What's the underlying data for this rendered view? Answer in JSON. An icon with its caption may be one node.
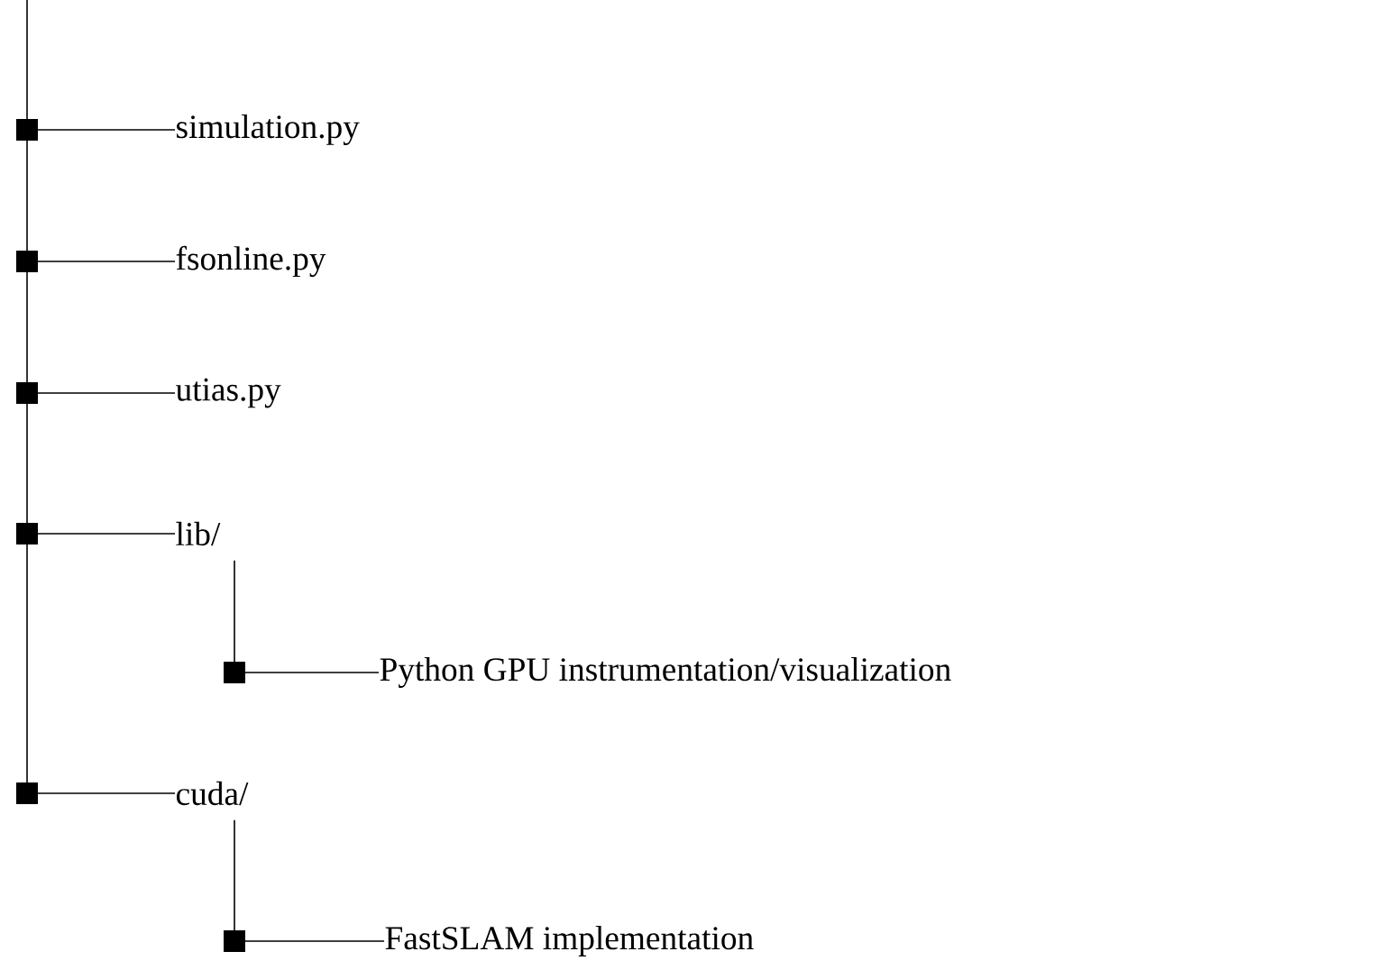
{
  "diagram": {
    "nodes": [
      {
        "text": [
          "simulation.py"
        ]
      },
      {
        "text": [
          "fsonline.py"
        ]
      },
      {
        "text": [
          "utias.py"
        ]
      },
      {
        "text": [
          "lib/"
        ]
      },
      {
        "text": [
          "cuda/"
        ]
      },
      {
        "text": [
          "Python GPU instrumentation/visualization"
        ]
      },
      {
        "text": [
          "FastSLAM implementation"
        ]
      }
    ],
    "edges": [
      {
        "from": null,
        "to": 0,
        "arrow": "other"
      },
      {
        "from": null,
        "to": 1,
        "arrow": "other"
      },
      {
        "from": null,
        "to": 2,
        "arrow": "other"
      },
      {
        "from": null,
        "to": 3,
        "arrow": "other"
      },
      {
        "from": null,
        "to": 4,
        "arrow": "other"
      },
      {
        "from": 3,
        "to": 5,
        "arrow": "none"
      },
      {
        "from": 4,
        "to": 6,
        "arrow": "none"
      }
    ]
  }
}
